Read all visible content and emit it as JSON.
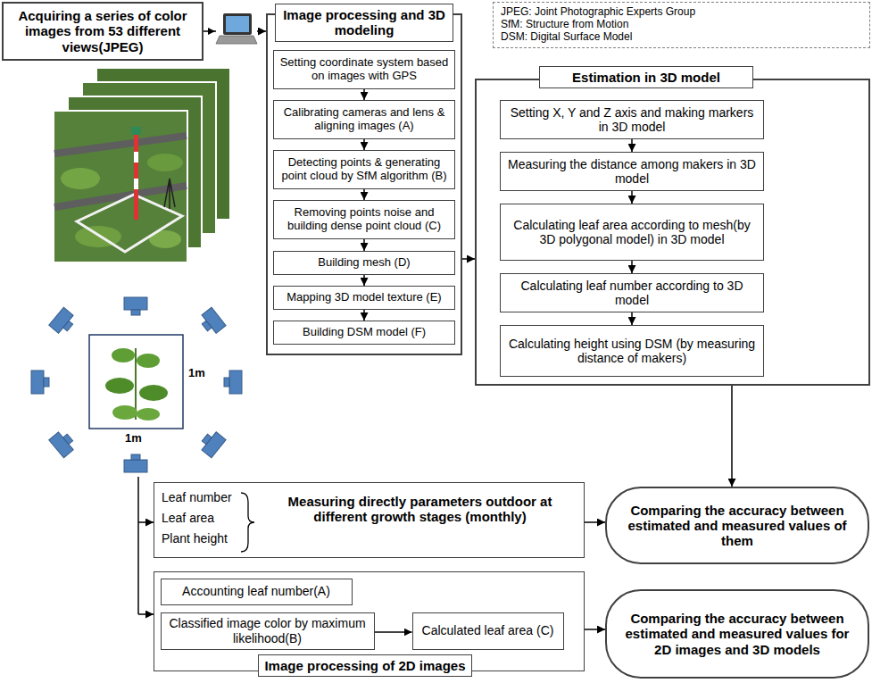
{
  "diagram": {
    "nodes": [
      {
        "text": [
          "Acquiring a series of color images from 53 different views(JPEG)"
        ]
      },
      {
        "text": [
          "Image processing and 3D modeling"
        ]
      },
      {
        "text": [
          "Setting coordinate system based on images with GPS"
        ],
        "in": 1
      },
      {
        "text": [
          "Calibrating cameras and lens & aligning images (A)"
        ],
        "in": 1
      },
      {
        "text": [
          "Detecting points & generating point cloud by SfM algorithm (B)"
        ],
        "in": 1
      },
      {
        "text": [
          "Removing points noise and building dense point cloud (C)"
        ],
        "in": 1
      },
      {
        "text": [
          "Building mesh (D)"
        ],
        "in": 1
      },
      {
        "text": [
          "Mapping 3D model texture (E)"
        ],
        "in": 1
      },
      {
        "text": [
          "Building DSM model (F)"
        ],
        "in": 1
      },
      {
        "text": [
          "JPEG: Joint Photographic Experts Group",
          "SfM: Structure from Motion",
          "DSM: Digital Surface Model"
        ]
      },
      {
        "text": [
          "Estimation in 3D model"
        ]
      },
      {
        "text": [
          "Setting X, Y and Z axis and making markers in 3D model"
        ],
        "in": 10
      },
      {
        "text": [
          "Measuring the distance among makers in 3D model"
        ],
        "in": 10
      },
      {
        "text": [
          "Calculating leaf area according to mesh(by 3D polygonal model) in 3D model"
        ],
        "in": 10
      },
      {
        "text": [
          "Calculating leaf number according to 3D model"
        ],
        "in": 10
      },
      {
        "text": [
          "Calculating height using DSM (by measuring distance of makers)"
        ],
        "in": 10
      },
      {
        "text": [
          "Leaf number",
          "Leaf area",
          "Plant height",
          "Measuring directly parameters outdoor at different growth stages (monthly)"
        ]
      },
      {
        "text": [
          "Comparing the accuracy between estimated and measured values of them"
        ]
      },
      {
        "text": [
          "Image processing of 2D images"
        ]
      },
      {
        "text": [
          "Accounting leaf number(A)"
        ],
        "in": 18
      },
      {
        "text": [
          "Classified image color by maximum likelihood(B)"
        ],
        "in": 18
      },
      {
        "text": [
          "Calculated leaf area (C)"
        ],
        "in": 18
      },
      {
        "text": [
          "Comparing the accuracy between estimated and measured values for 2D images and 3D models"
        ]
      }
    ],
    "edges": [
      {
        "from": 0,
        "to": 1,
        "arrow": "to"
      },
      {
        "from": 2,
        "to": 3,
        "arrow": "to"
      },
      {
        "from": 3,
        "to": 4,
        "arrow": "to"
      },
      {
        "from": 4,
        "to": 5,
        "arrow": "to"
      },
      {
        "from": 5,
        "to": 6,
        "arrow": "to"
      },
      {
        "from": 6,
        "to": 7,
        "arrow": "to"
      },
      {
        "from": 7,
        "to": 8,
        "arrow": "to"
      },
      {
        "from": 1,
        "to": 10,
        "arrow": "to"
      },
      {
        "from": 11,
        "to": 12,
        "arrow": "to"
      },
      {
        "from": 12,
        "to": 13,
        "arrow": "to"
      },
      {
        "from": 13,
        "to": 14,
        "arrow": "to"
      },
      {
        "from": 14,
        "to": 15,
        "arrow": "to"
      },
      {
        "from": 10,
        "to": 17,
        "arrow": "to"
      },
      {
        "from": 16,
        "to": 17,
        "arrow": "to"
      },
      {
        "from": 20,
        "to": 21,
        "arrow": "to"
      },
      {
        "from": 18,
        "to": 22,
        "arrow": "to"
      }
    ],
    "labels": [
      "1m",
      "1m"
    ]
  }
}
